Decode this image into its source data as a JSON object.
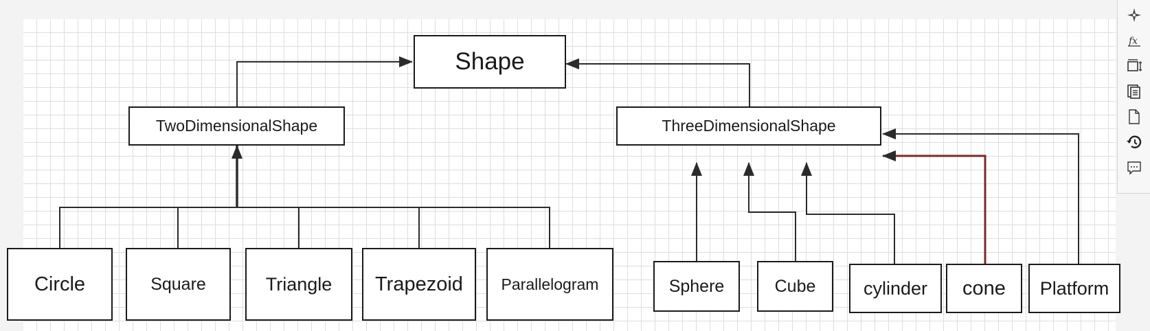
{
  "diagram": {
    "nodes": {
      "shape": "Shape",
      "two_dimensional_shape": "TwoDimensionalShape",
      "three_dimensional_shape": "ThreeDimensionalShape",
      "circle": "Circle",
      "square": "Square",
      "triangle": "Triangle",
      "trapezoid": "Trapezoid",
      "parallelogram": "Parallelogram",
      "sphere": "Sphere",
      "cube": "Cube",
      "cylinder": "cylinder",
      "cone": "cone",
      "platform": "Platform"
    },
    "edge_color": "#2b2b2b",
    "selected_edge_color": "#7a2a2a"
  },
  "toolbar": {
    "items": [
      "navigate-icon",
      "function-icon",
      "resize-icon",
      "pages-icon",
      "document-icon",
      "history-icon",
      "comment-icon"
    ]
  }
}
